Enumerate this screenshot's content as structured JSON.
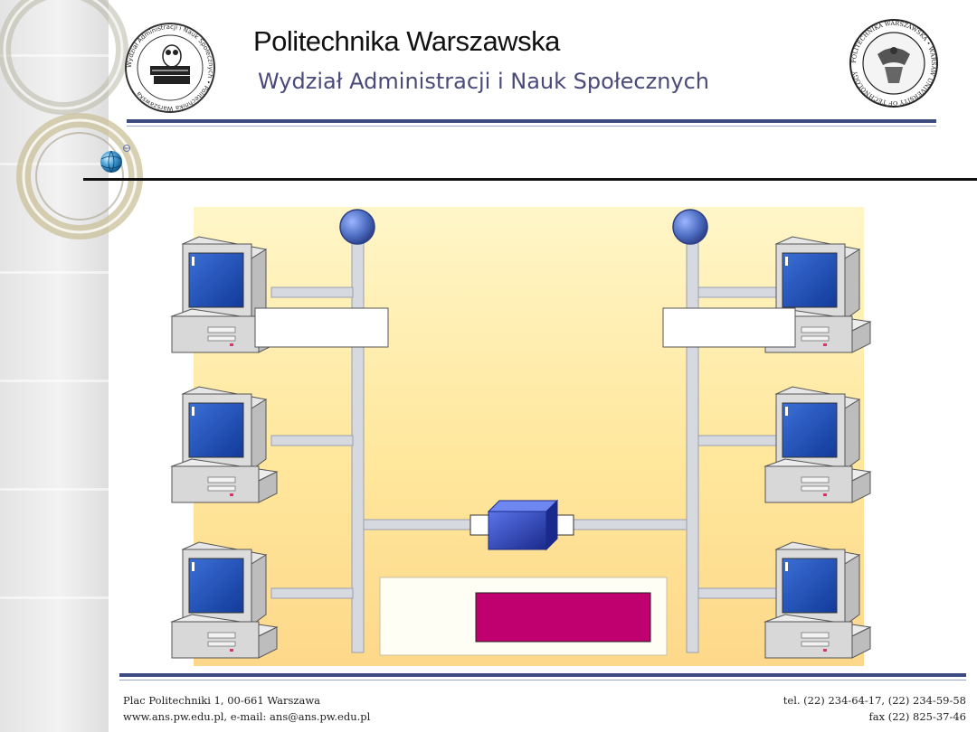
{
  "header": {
    "university": "Politechnika Warszawska",
    "faculty": "Wydział Administracji i Nauk Społecznych",
    "left_logo_text": "Wydział Administracji i Nauk Społecznych • Politechnika Warszawska",
    "right_seal_text": "POLITECHNIKA WARSZAWSKA • WARSAW UNIVERSITY OF TECHNOLOGY"
  },
  "footer": {
    "address": "Plac Politechniki 1, 00-661 Warszawa",
    "web_email": "www.ans.pw.edu.pl, e-mail: ans@ans.pw.edu.pl",
    "phone": "tel. (22) 234-64-17, (22) 234-59-58",
    "fax": "fax (22) 825-37-46"
  },
  "diagram": {
    "left_label": "",
    "right_label": "",
    "device_label": "",
    "colors": {
      "background_top": "#fff6c8",
      "background_bottom": "#fdd88a",
      "bus": "#d7d9e0",
      "terminator": "#4f6fc4",
      "bridge": "#2b3fb0",
      "magenta_box": "#c0006e"
    }
  }
}
